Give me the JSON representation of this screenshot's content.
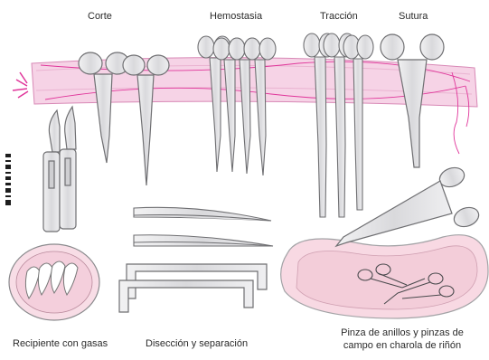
{
  "labels": {
    "corte": "Corte",
    "hemostasia": "Hemostasia",
    "traccion": "Tracción",
    "sutura": "Sutura",
    "recipiente": "Recipiente con gasas",
    "diseccion": "Disección y separación",
    "pinza_line1": "Pinza de anillos y pinzas de",
    "pinza_line2": "campo en charola de riñón"
  },
  "colors": {
    "towel_pink": "#f6cfe3",
    "towel_thread": "#e0359a",
    "instrument_fill": "#e4e4e6",
    "instrument_stroke": "#6f6f72",
    "basin_fill": "#f8d9e3"
  }
}
